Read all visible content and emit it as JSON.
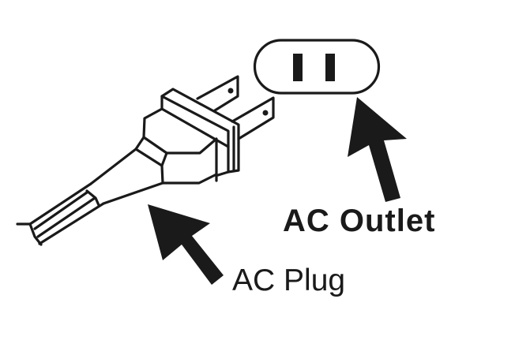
{
  "diagram": {
    "labels": {
      "outlet": "AC Outlet",
      "plug": "AC Plug"
    },
    "components": [
      {
        "id": "ac-outlet",
        "label": "AC Outlet",
        "shape": "rounded-rectangle with two vertical slots"
      },
      {
        "id": "ac-plug",
        "label": "AC Plug",
        "shape": "two-prong plug with cord"
      }
    ],
    "arrows": [
      {
        "id": "arrow-outlet",
        "points_to": "ac-outlet"
      },
      {
        "id": "arrow-plug",
        "points_to": "ac-plug"
      }
    ],
    "colors": {
      "line": "#1a1a1a",
      "background": "#ffffff"
    }
  }
}
